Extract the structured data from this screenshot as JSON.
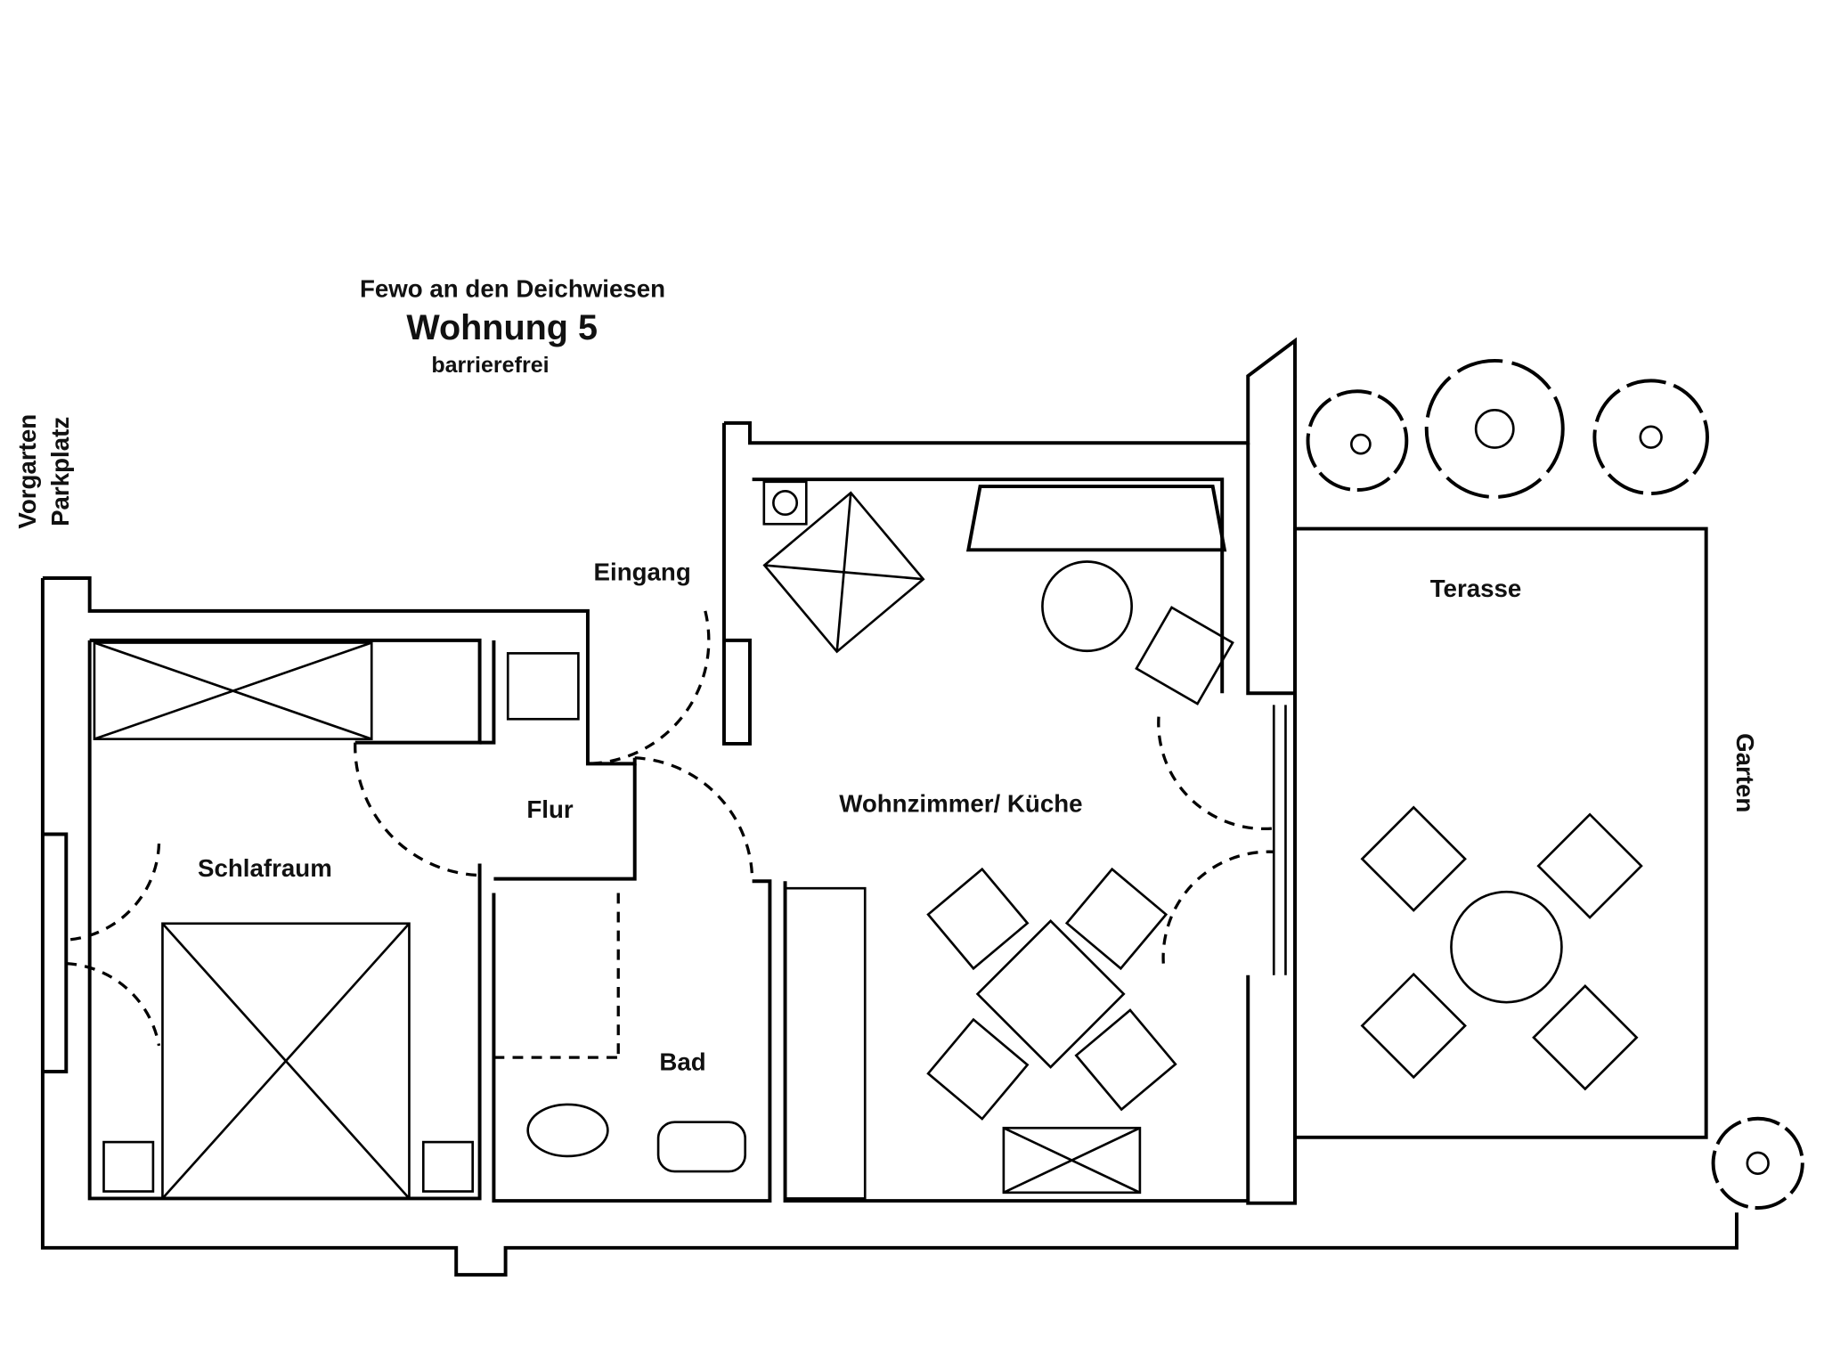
{
  "header": {
    "subtitle": "Fewo an den Deichwiesen",
    "title": "Wohnung 5",
    "note": "barrierefrei"
  },
  "side_labels": {
    "front": "Vorgarten",
    "parking": "Parkplatz",
    "garden": "Garten"
  },
  "rooms": {
    "entrance": "Eingang",
    "hall": "Flur",
    "bedroom": "Schlafraum",
    "bath": "Bad",
    "living": "Wohnzimmer/ Küche",
    "terrace": "Terasse"
  }
}
